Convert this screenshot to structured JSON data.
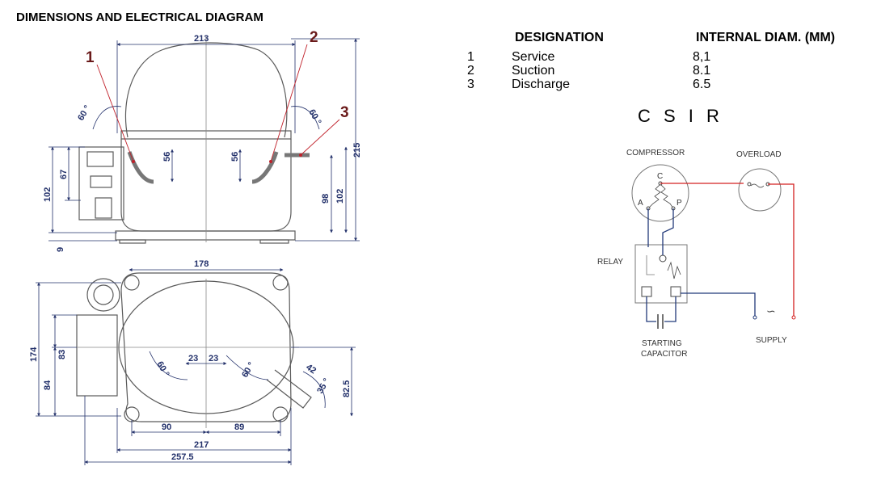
{
  "page_title": "DIMENSIONS AND ELECTRICAL DIAGRAM",
  "table": {
    "headers": {
      "designation": "DESIGNATION",
      "diameter": "INTERNAL DIAM. (MM)"
    },
    "rows": [
      {
        "num": "1",
        "name": "Service",
        "diam": "8,1"
      },
      {
        "num": "2",
        "name": "Suction",
        "diam": "8.1"
      },
      {
        "num": "3",
        "name": "Discharge",
        "diam": "6.5"
      }
    ]
  },
  "wiring": {
    "title": "C S I R",
    "compressor": "COMPRESSOR",
    "overload": "OVERLOAD",
    "relay": "RELAY",
    "starting_capacitor_1": "STARTING",
    "starting_capacitor_2": "CAPACITOR",
    "supply": "SUPPLY",
    "terminal_c": "C",
    "terminal_a": "A",
    "terminal_p": "P",
    "ac_symbol": "∽"
  },
  "callouts": [
    "1",
    "2",
    "3"
  ],
  "dims": {
    "top_width": "213",
    "height_total": "215",
    "left_102": "102",
    "left_67": "67",
    "bottom_9": "9",
    "pipe_56_left": "56",
    "pipe_56_right": "56",
    "right_98": "98",
    "right_102": "102",
    "angle_60_left": "60 °",
    "angle_60_right": "60 °",
    "plan_178": "178",
    "plan_174": "174",
    "plan_83": "83",
    "plan_84": "84",
    "plan_23a": "23",
    "plan_23b": "23",
    "plan_60a": "60 °",
    "plan_60b": "60 °",
    "plan_90": "90",
    "plan_89": "89",
    "plan_217": "217",
    "plan_257": "257.5",
    "plan_42": "42",
    "plan_35": "35 °",
    "plan_82": "82.5"
  },
  "colors": {
    "dimension": "#22306a",
    "outline": "#5a5a5a",
    "pointer": "#c0202a",
    "wire_red": "#d42020",
    "wire_blue": "#223a7a"
  }
}
